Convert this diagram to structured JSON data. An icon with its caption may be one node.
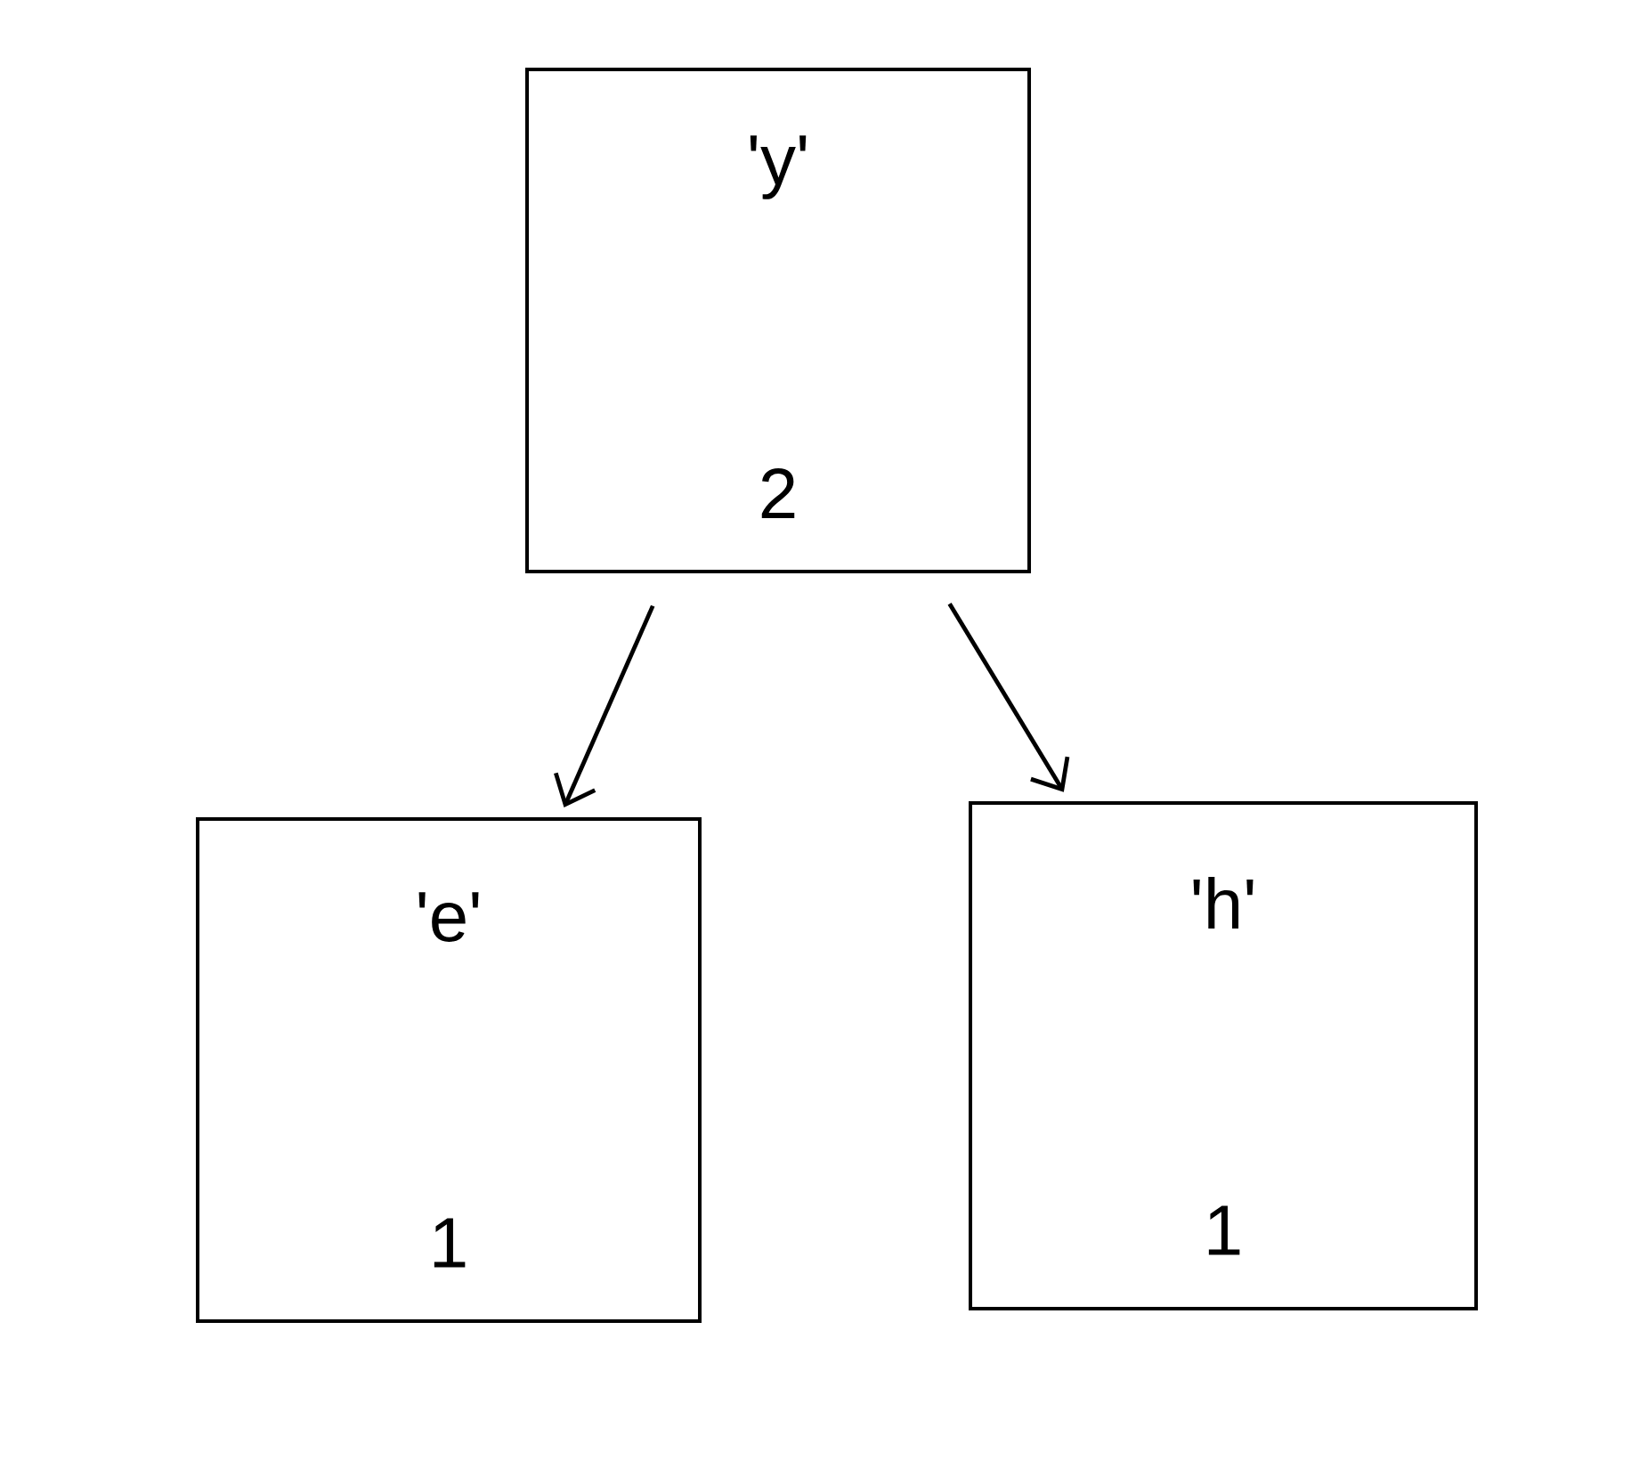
{
  "diagram": {
    "nodes": [
      {
        "text": [
          "'y'",
          "2"
        ]
      },
      {
        "text": [
          "'e'",
          "1"
        ]
      },
      {
        "text": [
          "'h'",
          "1"
        ]
      }
    ],
    "edges": [
      {
        "from": 0,
        "to": 1,
        "arrow": "to"
      },
      {
        "from": 0,
        "to": 2,
        "arrow": "to"
      }
    ]
  }
}
